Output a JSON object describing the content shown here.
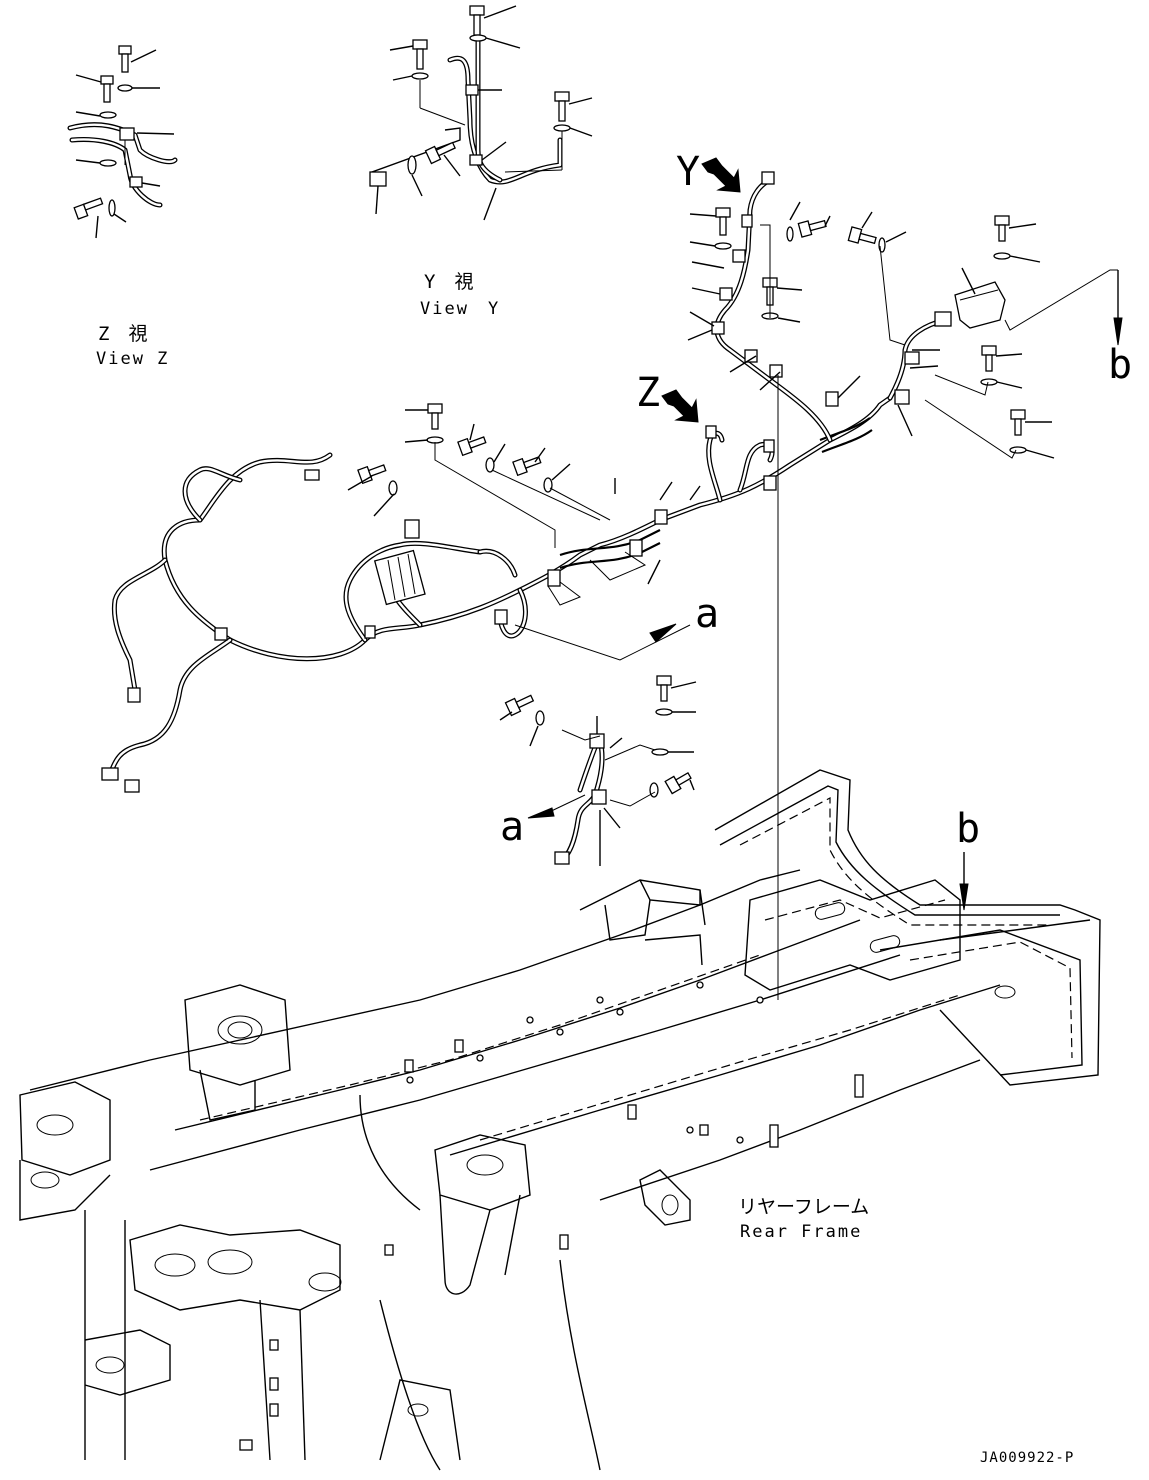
{
  "views": {
    "y": {
      "jp": "Y　視",
      "en": "View　Y"
    },
    "z": {
      "jp": "Z　視",
      "en": "View Z"
    }
  },
  "arrows": {
    "y_letter": "Y",
    "z_letter": "Z",
    "a_upper": "a",
    "a_lower": "a",
    "b_right": "b",
    "b_frame": "b"
  },
  "frame": {
    "jp": "リヤーフレーム",
    "en": "Rear Frame"
  },
  "drawing_number": "JA009922-P"
}
